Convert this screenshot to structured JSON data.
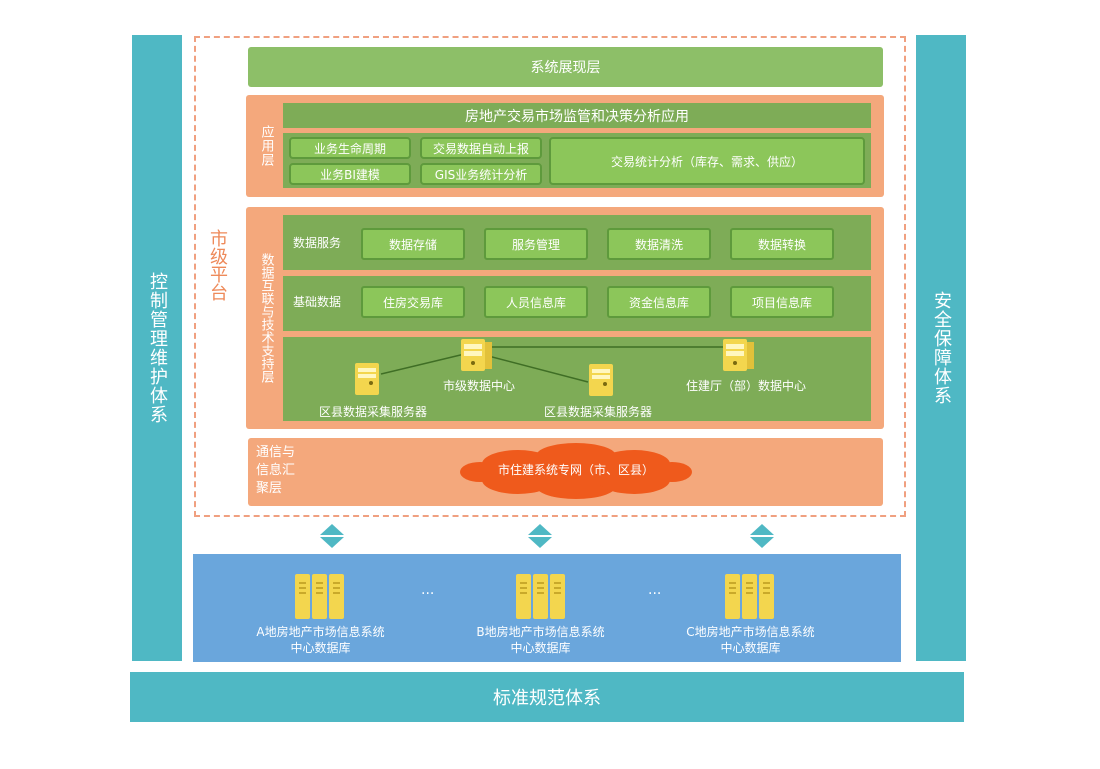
{
  "left_pillar": "控制管理维护体系",
  "right_pillar": "安全保障体系",
  "bottom_bar": "标准规范体系",
  "platform_label": "市级平台",
  "presentation_layer": "系统展现层",
  "application_layer": {
    "label": "应用层",
    "title": "房地产交易市场监管和决策分析应用",
    "items": [
      "业务生命周期",
      "交易数据自动上报",
      "业务BI建模",
      "GIS业务统计分析"
    ],
    "analysis": "交易统计分析（库存、需求、供应）"
  },
  "data_layer": {
    "label": "数据互联与技术支持层",
    "service_label": "数据服务",
    "services": [
      "数据存储",
      "服务管理",
      "数据清洗",
      "数据转换"
    ],
    "base_label": "基础数据",
    "bases": [
      "住房交易库",
      "人员信息库",
      "资金信息库",
      "项目信息库"
    ],
    "servers": {
      "city_center": "市级数据中心",
      "ministry_center": "住建厅（部）数据中心",
      "county_server_1": "区县数据采集服务器",
      "county_server_2": "区县数据采集服务器"
    }
  },
  "comm_layer": {
    "label": "通信与信息汇聚层",
    "network": "市住建系统专网（市、区县）"
  },
  "databases": [
    {
      "line1": "A地房地产市场信息系统",
      "line2": "中心数据库"
    },
    {
      "line1": "B地房地产市场信息系统",
      "line2": "中心数据库"
    },
    {
      "line1": "C地房地产市场信息系统",
      "line2": "中心数据库"
    }
  ],
  "ellipsis": "···",
  "colors": {
    "teal": "#4fb8c4",
    "orange": "#f4a87c",
    "green": "#8dbf68",
    "blue": "#6aa6dc",
    "cloud": "#ef5a1c",
    "server_yellow": "#f3d64e"
  }
}
